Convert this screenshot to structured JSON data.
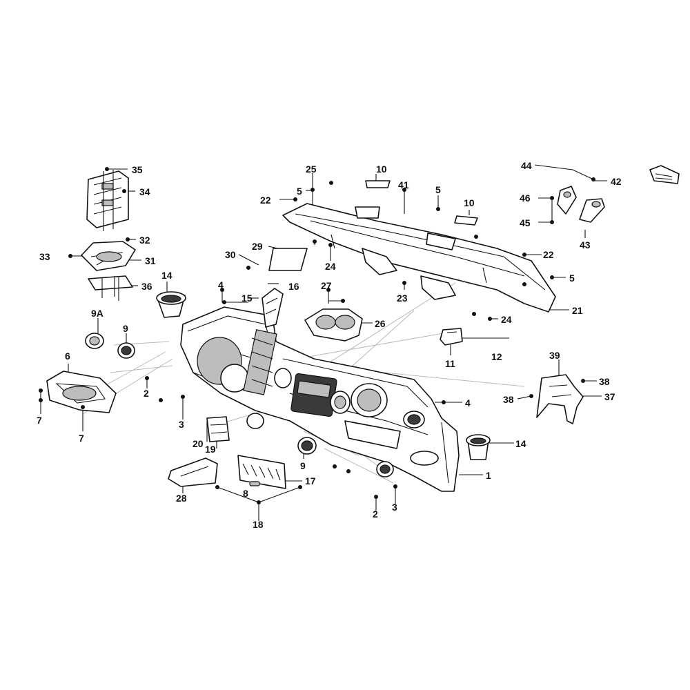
{
  "callouts": {
    "c1": "1",
    "c2a": "2",
    "c2b": "2",
    "c3a": "3",
    "c3b": "3",
    "c4a": "4",
    "c4b": "4",
    "c5a": "5",
    "c5b": "5",
    "c5c": "5",
    "c6": "6",
    "c7a": "7",
    "c7b": "7",
    "c8": "8",
    "c9": "9",
    "c9b": "9",
    "c9A": "9A",
    "c10a": "10",
    "c10b": "10",
    "c11": "11",
    "c12": "12",
    "c14a": "14",
    "c14b": "14",
    "c15": "15",
    "c16": "16",
    "c17": "17",
    "c18": "18",
    "c19": "19",
    "c20": "20",
    "c21": "21",
    "c22a": "22",
    "c22b": "22",
    "c23": "23",
    "c24a": "24",
    "c24b": "24",
    "c25": "25",
    "c26": "26",
    "c27": "27",
    "c28": "28",
    "c29": "29",
    "c30": "30",
    "c31": "31",
    "c32": "32",
    "c33": "33",
    "c34": "34",
    "c35": "35",
    "c36": "36",
    "c37": "37",
    "c38a": "38",
    "c38b": "38",
    "c39": "39",
    "c41": "41",
    "c42": "42",
    "c43": "43",
    "c44": "44",
    "c45": "45",
    "c46": "46"
  }
}
